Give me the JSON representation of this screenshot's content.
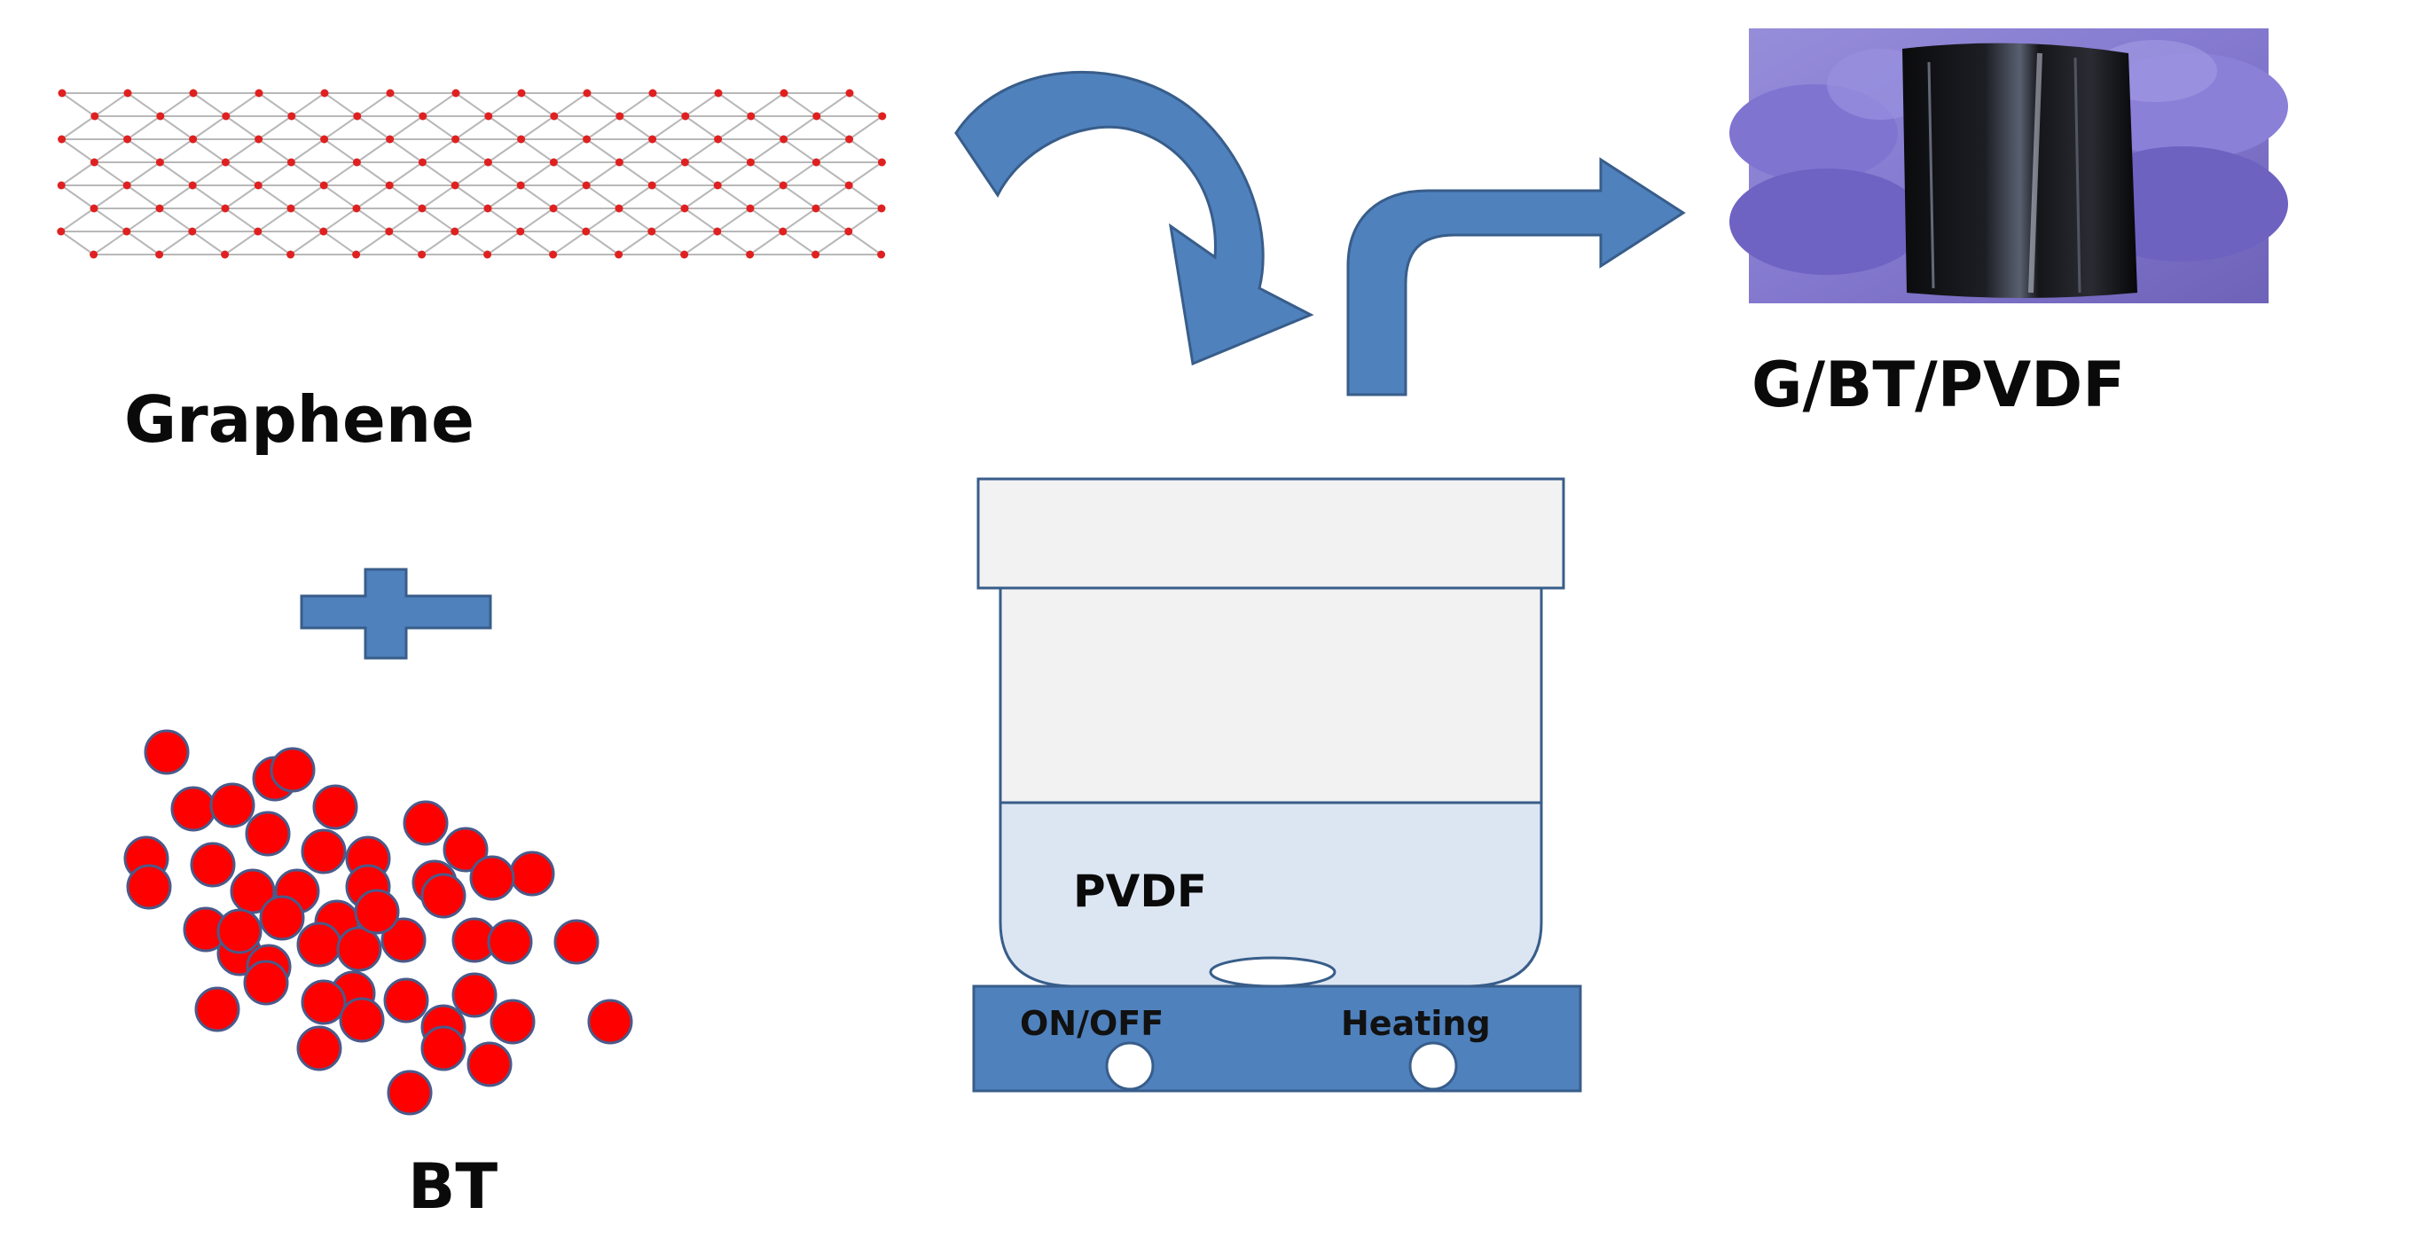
{
  "labels": {
    "graphene": "Graphene",
    "bt": "BT",
    "composite": "G/BT/PVDF",
    "pvdf": "PVDF",
    "on_off": "ON/OFF",
    "heating": "Heating"
  },
  "colors": {
    "arrow_fill": "#4F81BD",
    "arrow_stroke": "#385D8A",
    "lattice_bond": "#b8b8b8",
    "lattice_atom": "#e02020",
    "particle_fill": "#ff0000",
    "particle_stroke": "#4a5a8a",
    "beaker_upper": "#f2f2f2",
    "beaker_solution": "#dce6f2",
    "beaker_stroke": "#385D8A",
    "stirrer_base": "#4F81BD"
  },
  "icons": {
    "curved_arrow": "curved-down-arrow-icon",
    "bent_arrow": "bent-right-arrow-icon",
    "plus": "plus-icon",
    "photo": "film-photo"
  }
}
